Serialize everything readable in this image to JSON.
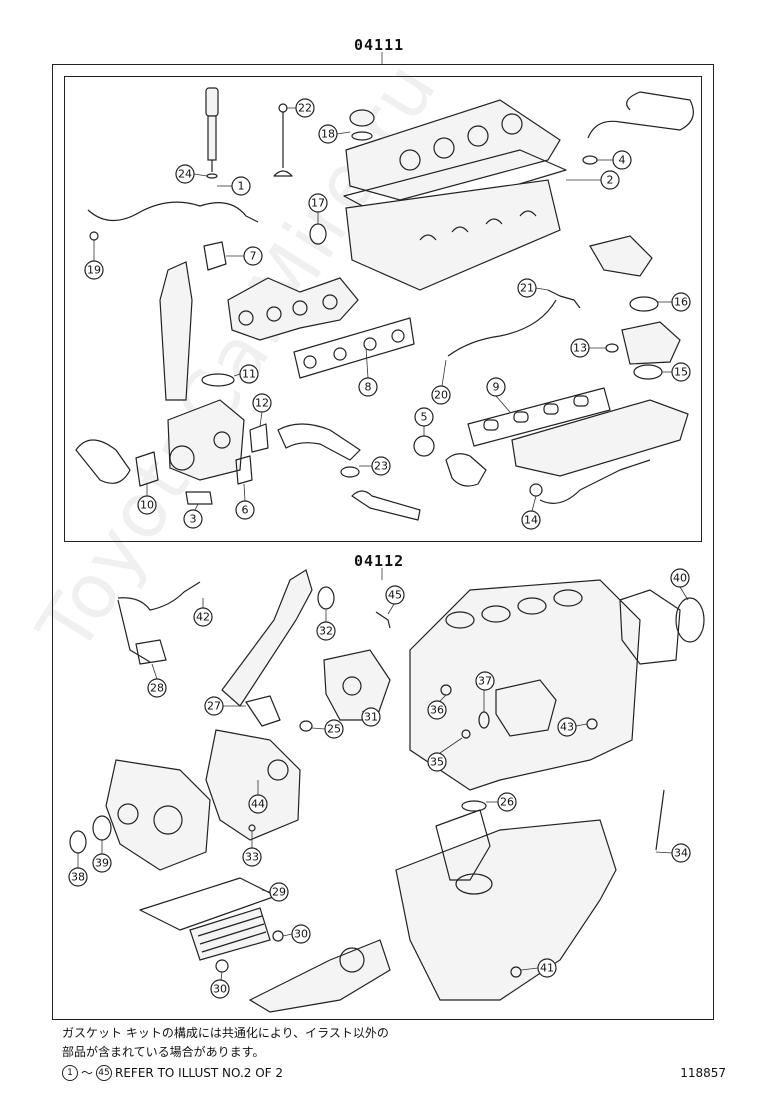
{
  "kit_codes": {
    "upper": "04111",
    "lower": "04112"
  },
  "watermark": "ToyotaCarMire.ru",
  "note": {
    "line1": "ガスケット キットの構成には共通化により、イラスト以外の",
    "line2": "部品が含まれている場合があります。"
  },
  "ref_note": {
    "from": "1",
    "tilde": "～",
    "to": "45",
    "text": "REFER TO ILLUST NO.2 OF 2"
  },
  "figure_number": "118857",
  "callouts_upper": [
    "22",
    "18",
    "24",
    "1",
    "4",
    "2",
    "17",
    "19",
    "7",
    "21",
    "16",
    "13",
    "15",
    "11",
    "8",
    "20",
    "9",
    "12",
    "5",
    "23",
    "10",
    "3",
    "6",
    "14"
  ],
  "callouts_lower": [
    "40",
    "42",
    "32",
    "45",
    "28",
    "27",
    "31",
    "25",
    "37",
    "36",
    "43",
    "35",
    "44",
    "26",
    "33",
    "39",
    "38",
    "34",
    "29",
    "30",
    "30",
    "41"
  ]
}
